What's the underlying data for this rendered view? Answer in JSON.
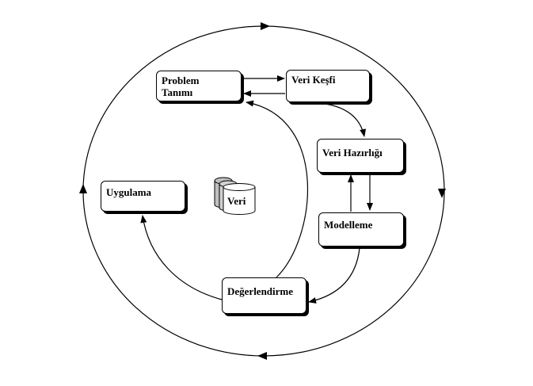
{
  "diagram": {
    "nodes": {
      "problem": {
        "line1": "Problem",
        "line2": "Tanımı"
      },
      "explore": {
        "label": "Veri Keşfi"
      },
      "prep": {
        "label": "Veri Hazırlığı"
      },
      "model": {
        "label": "Modelleme"
      },
      "evaluation": {
        "label": "Değerlendirme"
      },
      "deployment": {
        "label": "Uygulama"
      },
      "data": {
        "label": "Veri"
      }
    },
    "colors": {
      "stroke": "#000000",
      "fill": "#ffffff",
      "cylinder_shade": "#c0c0c0"
    }
  }
}
